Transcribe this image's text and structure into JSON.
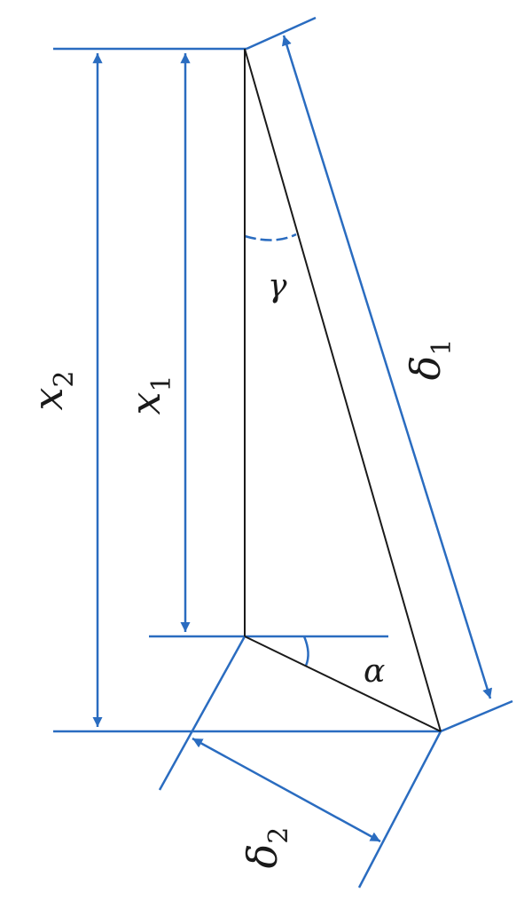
{
  "colors": {
    "dimension": "#2a6cc0",
    "geometry": "#1a1a1a",
    "background": "#ffffff"
  },
  "labels": {
    "x2": {
      "main": "x",
      "sub": "2"
    },
    "x1": {
      "main": "x",
      "sub": "1"
    },
    "gamma": {
      "main": "γ"
    },
    "alpha": {
      "main": "α"
    },
    "delta1": {
      "main": "δ",
      "sub": "1"
    },
    "delta2": {
      "main": "δ",
      "sub": "2"
    }
  }
}
